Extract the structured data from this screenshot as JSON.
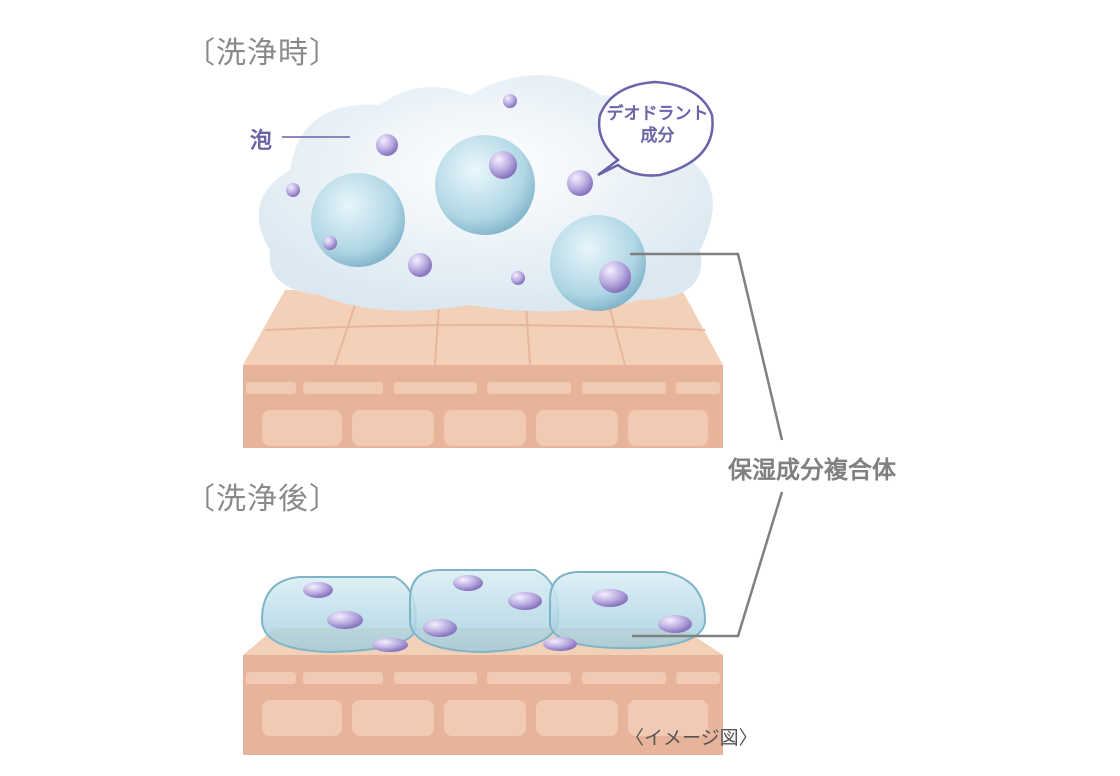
{
  "headings": {
    "during_wash": "〔洗浄時〕",
    "after_wash": "〔洗浄後〕"
  },
  "labels": {
    "foam": "泡",
    "deodorant_line1": "デオドラント",
    "deodorant_line2": "成分",
    "moisturizing_complex": "保湿成分複合体",
    "image_note": "〈イメージ図〉"
  },
  "colors": {
    "skin": "#e8b8a0",
    "skin_light": "#f3d3bd",
    "foam": "#e8f1f7",
    "accent": "#6a64a8",
    "bubble": "#b7a8dc",
    "leader": "#808080"
  }
}
